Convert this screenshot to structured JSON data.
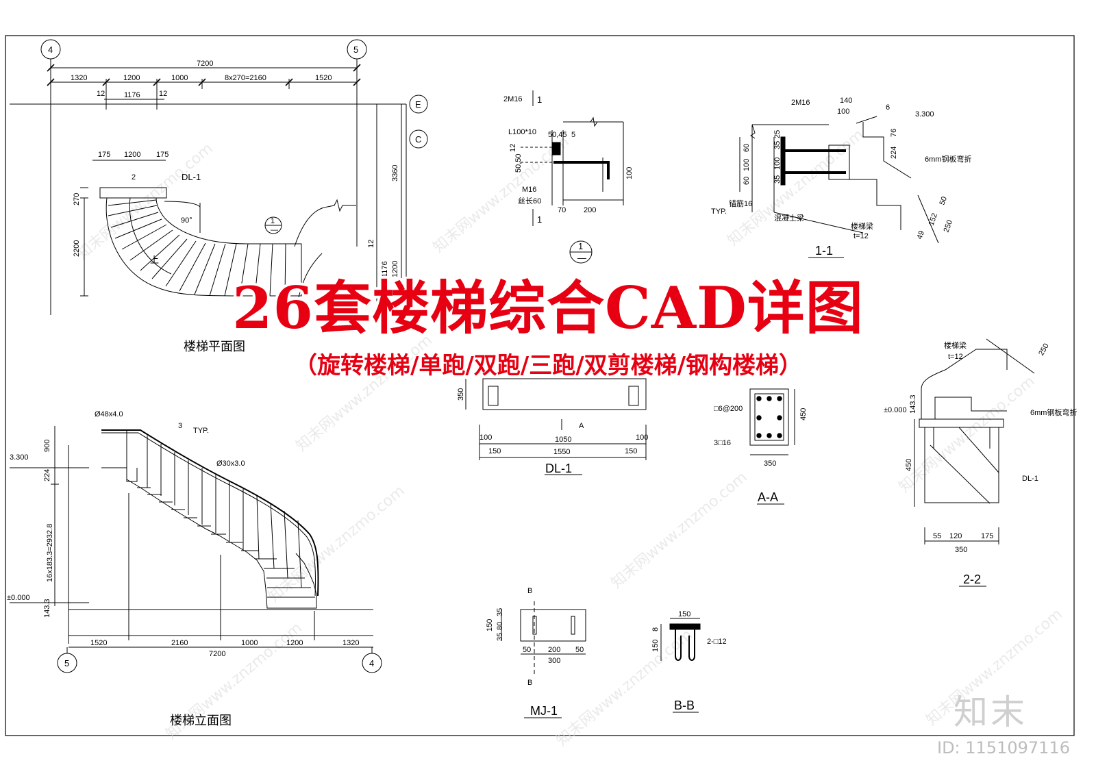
{
  "banner": {
    "title": "26套楼梯综合CAD详图",
    "subtitle": "（旋转楼梯/单跑/双跑/三跑/双剪楼梯/钢构楼梯）"
  },
  "brand": {
    "logo_text": "知末",
    "id_text": "ID: 1151097116",
    "watermark": "知末网www.znzmo.com"
  },
  "colors": {
    "title_red": "#e60012",
    "line": "#000000",
    "watermark": "#d9d9d9"
  },
  "plan": {
    "title": "楼梯平面图",
    "axis_left": "4",
    "axis_right": "5",
    "axis_e": "E",
    "axis_c": "C",
    "dim_total": "7200",
    "dims_top": [
      "1320",
      "1200",
      "1000",
      "8x270=2160",
      "1520"
    ],
    "dims_second": [
      "12",
      "1176",
      "12"
    ],
    "dims_upper": [
      "175",
      "1200",
      "175"
    ],
    "dim_270": "270",
    "dim_2200": "2200",
    "dim_3360": "3360",
    "dims_right": [
      "12",
      "1176",
      "1200"
    ],
    "dl_label": "DL-1",
    "angle_label": "90°",
    "up_label": "上",
    "num_2": "2",
    "sec_1_top": "1",
    "sec_1_bottom": "—"
  },
  "elevation": {
    "title": "楼梯立面图",
    "handrail_top": "Ø48x4.0",
    "baluster": "Ø30x3.0",
    "typ_num": "3",
    "typ": "TYP.",
    "level_top": "3.300",
    "level_zero": "±0.000",
    "dim_900": "900",
    "dim_224": "224",
    "dim_risers": "16x183.3=2932.8",
    "dim_1433": "143.3",
    "dims_bottom": [
      "1520",
      "2160",
      "1000",
      "1200",
      "1320"
    ],
    "dim_total": "7200",
    "axis_left": "5",
    "axis_right": "4"
  },
  "detail1": {
    "t_2m16": "2M16",
    "t_l100": "L100*10",
    "t_5045": "50,45",
    "t_5": "5",
    "t_12": "12",
    "t_5050": "50,50",
    "t_m16": "M16",
    "t_silk": "丝长60",
    "t_70": "70",
    "t_200": "200",
    "t_100": "100",
    "sec_num": "1",
    "circle_top": "1",
    "circle_bottom": "—"
  },
  "detail11": {
    "title": "1-1",
    "t_2m16": "2M16",
    "t_140": "140",
    "t_100": "100",
    "t_6": "6",
    "t_3300": "3.300",
    "t_76": "76",
    "t_224": "224",
    "t_steel": "6mm钢板弯折",
    "t_60a": "60",
    "t_100b": "100",
    "t_60b": "60",
    "t_35a": "35",
    "t_25": "25",
    "t_100c": "100",
    "t_35b": "35",
    "t_typ": "TYP.",
    "t_anchor": "锚筋16",
    "t_concrete": "混凝土梁",
    "t_beam": "楼梯梁",
    "t_t12": "t=12",
    "t_50": "50",
    "t_152": "152",
    "t_250": "250",
    "t_49": "49"
  },
  "dl1": {
    "title": "DL-1",
    "t_350": "350",
    "t_a": "A",
    "t_100a": "100",
    "t_1050": "1050",
    "t_100b": "100",
    "t_150a": "150",
    "t_1550": "1550",
    "t_150b": "150"
  },
  "aa": {
    "title": "A-A",
    "t_stirrup": "□6@200",
    "t_450": "450",
    "t_bars": "3□16",
    "t_350": "350"
  },
  "d22": {
    "title": "2-2",
    "t_beam": "楼梯梁",
    "t_t12": "t=12",
    "t_250": "250",
    "t_steel": "6mm钢板弯折",
    "t_zero": "±0.000",
    "t_1433": "143.3",
    "t_450": "450",
    "t_dl1": "DL-1",
    "t_55": "55",
    "t_120": "120",
    "t_175": "175",
    "t_350": "350"
  },
  "mj1": {
    "title": "MJ-1",
    "t_b": "B",
    "t_150": "150",
    "t_35a": "35",
    "t_80": "80",
    "t_35b": "35",
    "t_50a": "50",
    "t_200": "200",
    "t_50b": "50",
    "t_300": "300"
  },
  "bb": {
    "title": "B-B",
    "t_150": "150",
    "t_8": "8",
    "t_150v": "150",
    "t_bars": "2-□12"
  }
}
